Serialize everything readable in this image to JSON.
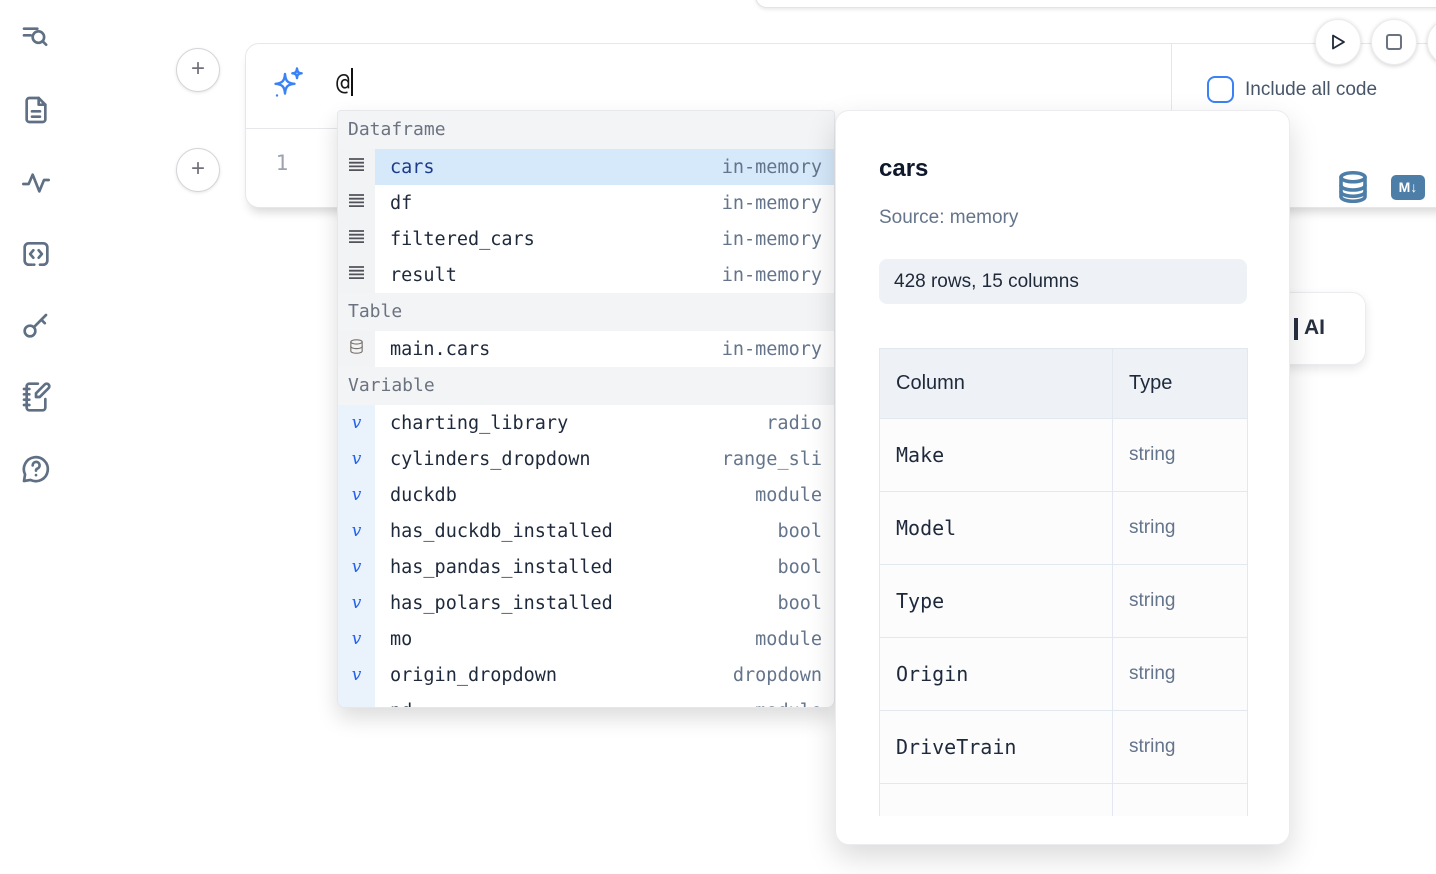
{
  "sidebar": {
    "items": [
      {
        "icon": "outline-search-icon"
      },
      {
        "icon": "document-icon"
      },
      {
        "icon": "activity-icon"
      },
      {
        "icon": "snippets-icon"
      },
      {
        "icon": "key-icon"
      },
      {
        "icon": "scratchpad-icon"
      },
      {
        "icon": "help-chat-icon"
      }
    ]
  },
  "ai_cell": {
    "prompt_value": "@",
    "include_all_code_label": "Include all code",
    "line_number": "1",
    "markdown_badge": "M↓",
    "accent_color": "#3b82f6",
    "icon_blue": "#4d7ea8"
  },
  "completion": {
    "sections": [
      {
        "label": "Dataframe",
        "icon": "rows-icon",
        "items": [
          {
            "name": "cars",
            "detail": "in-memory",
            "selected": true
          },
          {
            "name": "df",
            "detail": "in-memory"
          },
          {
            "name": "filtered_cars",
            "detail": "in-memory"
          },
          {
            "name": "result",
            "detail": "in-memory"
          }
        ]
      },
      {
        "label": "Table",
        "icon": "database-icon",
        "items": [
          {
            "name": "main.cars",
            "detail": "in-memory"
          }
        ]
      },
      {
        "label": "Variable",
        "icon": "variable-icon",
        "items": [
          {
            "name": "charting_library",
            "detail": "radio"
          },
          {
            "name": "cylinders_dropdown",
            "detail": "range_sli"
          },
          {
            "name": "duckdb",
            "detail": "module"
          },
          {
            "name": "has_duckdb_installed",
            "detail": "bool"
          },
          {
            "name": "has_pandas_installed",
            "detail": "bool"
          },
          {
            "name": "has_polars_installed",
            "detail": "bool"
          },
          {
            "name": "mo",
            "detail": "module"
          },
          {
            "name": "origin_dropdown",
            "detail": "dropdown"
          },
          {
            "name": "pd",
            "detail": "module"
          }
        ]
      }
    ]
  },
  "preview": {
    "title": "cars",
    "source": "Source: memory",
    "shape": "428 rows, 15 columns",
    "table": {
      "headers": [
        "Column",
        "Type"
      ],
      "rows": [
        [
          "Make",
          "string"
        ],
        [
          "Model",
          "string"
        ],
        [
          "Type",
          "string"
        ],
        [
          "Origin",
          "string"
        ],
        [
          "DriveTrain",
          "string"
        ]
      ],
      "has_partial_next_row": true
    }
  },
  "ai_button": {
    "label": "AI"
  }
}
